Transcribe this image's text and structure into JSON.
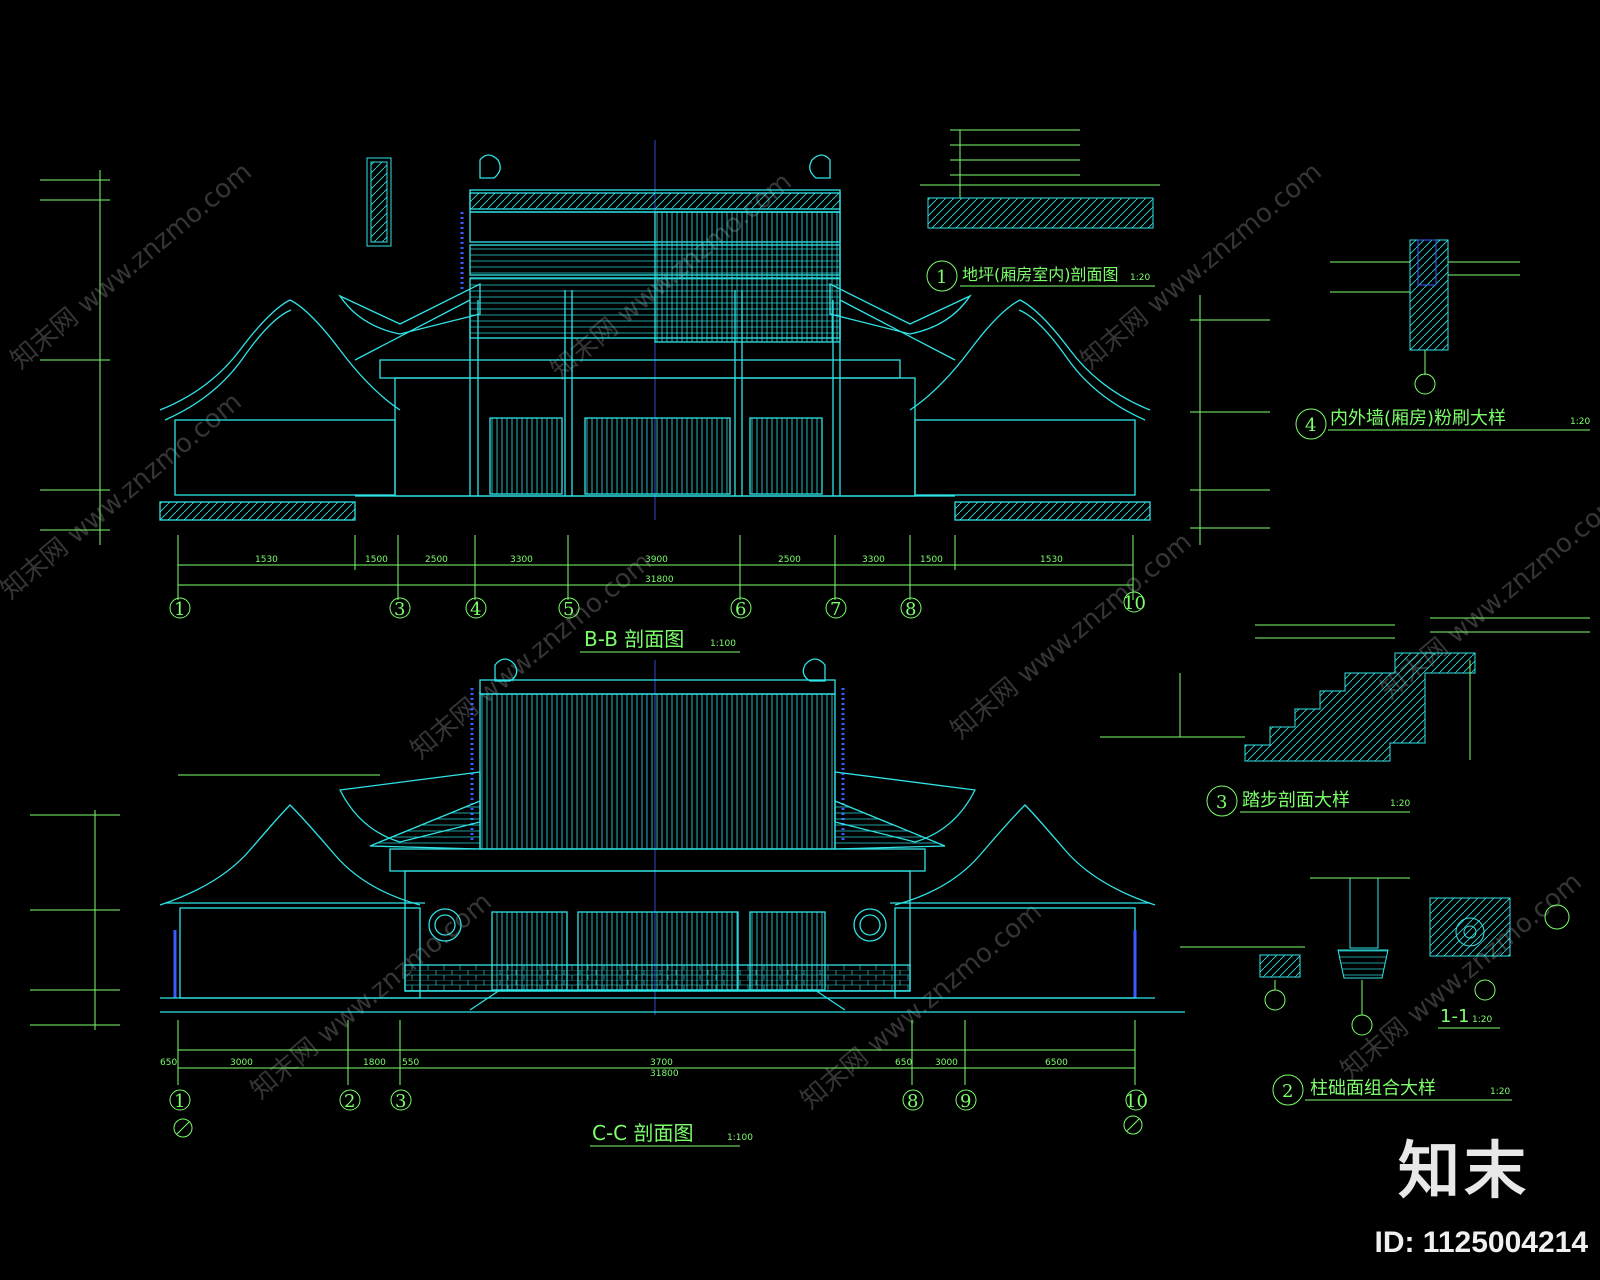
{
  "colors": {
    "background": "#000000",
    "cyan": "#2FE3E6",
    "green": "#7CFF6B",
    "blue": "#3A5BFF",
    "watermark": "#3a3a3a"
  },
  "sections": {
    "bb": {
      "title": "B-B  剖面图",
      "scale": "1:100",
      "axes": [
        "1",
        "3",
        "4",
        "5",
        "6",
        "7",
        "8",
        "10"
      ],
      "total": "31800",
      "dims": [
        "1530",
        "1500",
        "2500",
        "3300",
        "3900",
        "2500",
        "3300",
        "1500",
        "1530"
      ]
    },
    "cc": {
      "title": "C-C  剖面图",
      "scale": "1:100",
      "axes": [
        "1",
        "2",
        "3",
        "8",
        "9",
        "10"
      ],
      "total": "31800",
      "dims": [
        "650",
        "3000",
        "1800",
        "550",
        "3700",
        "650",
        "3000",
        "6500"
      ]
    }
  },
  "details": {
    "d1": {
      "num": "1",
      "title": "地坪(厢房室内)剖面图",
      "scale": "1:20"
    },
    "d2": {
      "num": "2",
      "title": "柱础面组合大样",
      "scale": "1:20"
    },
    "d3": {
      "num": "3",
      "title": "踏步剖面大样",
      "scale": "1:20"
    },
    "d4": {
      "num": "4",
      "title": "内外墙(厢房)粉刷大样",
      "scale": "1:20"
    },
    "sec11": {
      "title": "1-1",
      "scale": "1:20"
    }
  },
  "watermark": {
    "text": "知末网 www.znzmo.com"
  },
  "brand": {
    "logo": "知末",
    "id": "ID: 1125004214"
  }
}
